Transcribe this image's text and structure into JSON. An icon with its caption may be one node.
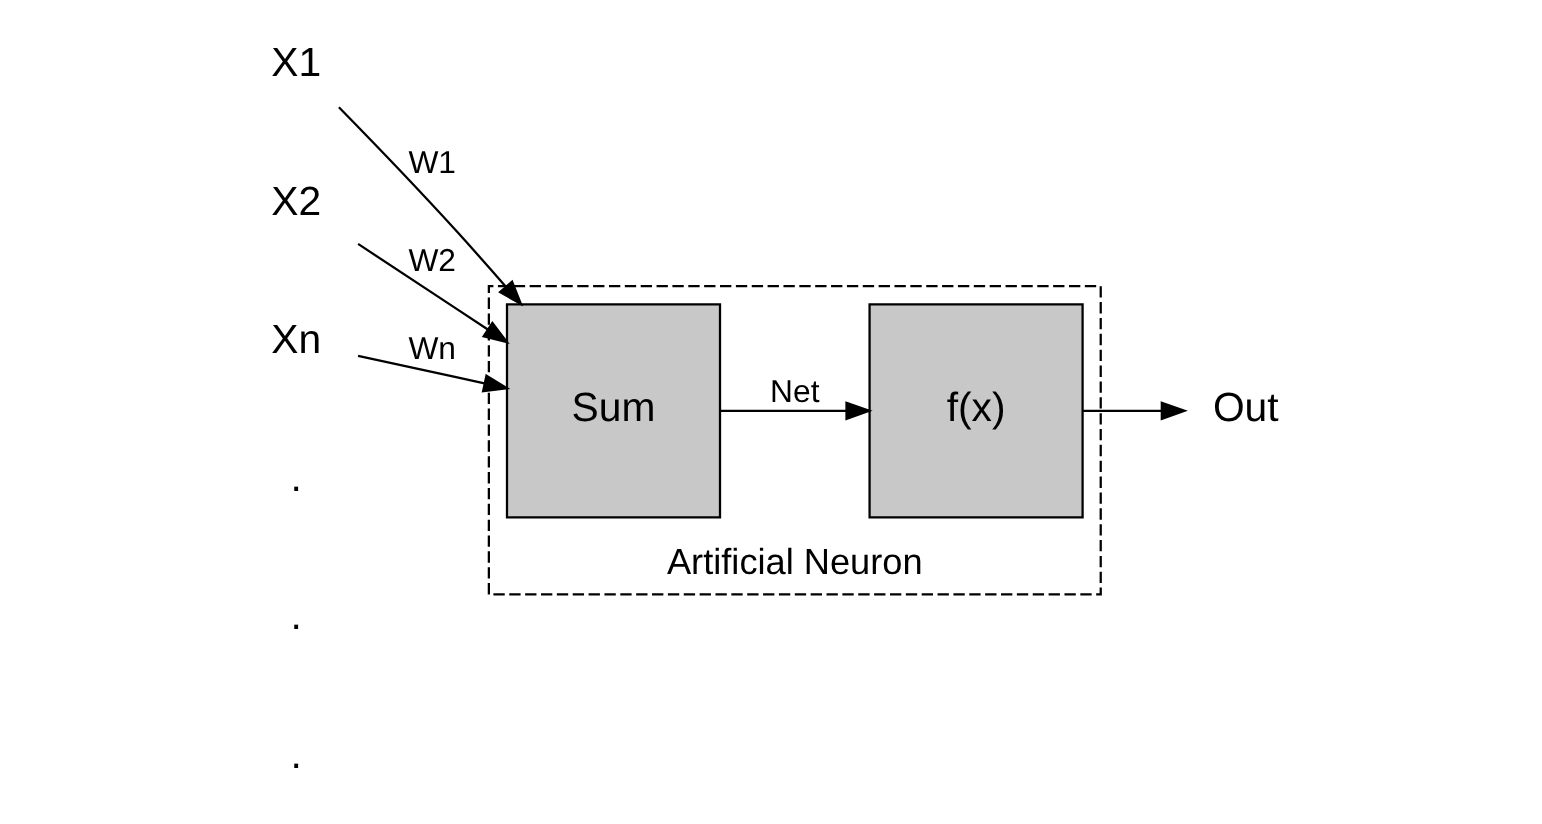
{
  "diagram": {
    "nodes": [
      {
        "text": [
          "Artificial Neuron"
        ]
      },
      {
        "text": [
          "X1"
        ]
      },
      {
        "text": [
          "X2"
        ]
      },
      {
        "text": [
          "Xn"
        ]
      },
      {
        "text": [
          "Sum"
        ],
        "in": 0
      },
      {
        "text": [
          "f(x)"
        ],
        "in": 0
      },
      {
        "text": [
          "Out"
        ]
      }
    ],
    "edges": [
      {
        "from": 1,
        "to": 4,
        "arrow": "to",
        "label": "W1"
      },
      {
        "from": 2,
        "to": 4,
        "arrow": "to",
        "label": "W2"
      },
      {
        "from": 3,
        "to": 4,
        "arrow": "to",
        "label": "Wn"
      },
      {
        "from": 4,
        "to": 5,
        "arrow": "to",
        "label": "Net"
      },
      {
        "from": 5,
        "to": 6,
        "arrow": "to"
      }
    ],
    "labels": [
      ".",
      ".",
      "."
    ]
  }
}
